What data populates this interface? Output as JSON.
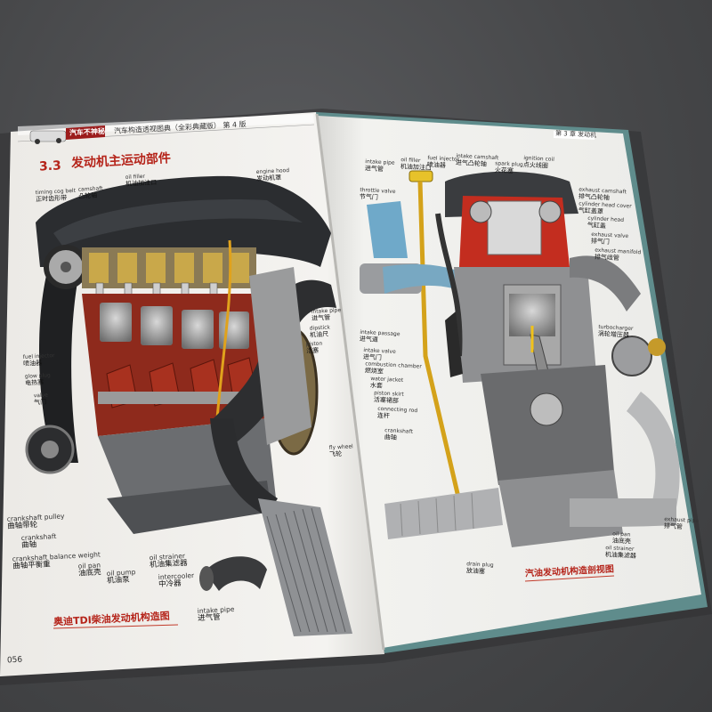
{
  "header": {
    "series": "汽车不神秘",
    "book_title": "汽车构造透视图典（全彩典藏版）  第 4 版",
    "chapter": "第 3 章  发动机"
  },
  "section": {
    "number": "3.3",
    "title": "发动机主运动部件"
  },
  "page_number": "056",
  "left_caption": "奥迪TDI柴油发动机构造图",
  "right_caption": "汽油发动机构造剖视图",
  "left_labels": {
    "timing_cog_belt": {
      "en": "timing cog belt",
      "zh": "正时齿形带"
    },
    "camshaft": {
      "en": "camshaft",
      "zh": "凸轮轴"
    },
    "oil_filler": {
      "en": "oil filler",
      "zh": "机油加注口"
    },
    "engine_hood": {
      "en": "engine hood",
      "zh": "发动机罩"
    },
    "intake_pipe_top": {
      "en": "intake pipe",
      "zh": "进气管"
    },
    "dipstick": {
      "en": "dipstick",
      "zh": "机油尺"
    },
    "piston": {
      "en": "piston",
      "zh": "活塞"
    },
    "fuel_injector": {
      "en": "fuel injector",
      "zh": "喷油器"
    },
    "glow_plug": {
      "en": "glow plug",
      "zh": "电热塞"
    },
    "valve": {
      "en": "valve",
      "zh": "气门"
    },
    "fly_wheel": {
      "en": "fly wheel",
      "zh": "飞轮"
    },
    "crankshaft_pulley": {
      "en": "crankshaft pulley",
      "zh": "曲轴带轮"
    },
    "crankshaft": {
      "en": "crankshaft",
      "zh": "曲轴"
    },
    "crankshaft_balance_weight": {
      "en": "crankshaft balance weight",
      "zh": "曲轴平衡重"
    },
    "oil_pan": {
      "en": "oil pan",
      "zh": "油底壳"
    },
    "oil_pump": {
      "en": "oil pump",
      "zh": "机油泵"
    },
    "oil_strainer": {
      "en": "oil strainer",
      "zh": "机油集滤器"
    },
    "intercooler": {
      "en": "intercooler",
      "zh": "中冷器"
    },
    "intake_pipe_bottom": {
      "en": "intake pipe",
      "zh": "进气管"
    }
  },
  "right_labels": {
    "intake_pipe": {
      "en": "intake pipe",
      "zh": "进气管"
    },
    "oil_filler": {
      "en": "oil filler",
      "zh": "机油加注口"
    },
    "fuel_injector": {
      "en": "fuel injector",
      "zh": "喷油器"
    },
    "intake_camshaft": {
      "en": "intake camshaft",
      "zh": "进气凸轮轴"
    },
    "spark_plug": {
      "en": "spark plug",
      "zh": "火花塞"
    },
    "ignition_coil": {
      "en": "ignition coil",
      "zh": "点火线圈"
    },
    "throttle_valve": {
      "en": "throttle valve",
      "zh": "节气门"
    },
    "exhaust_camshaft": {
      "en": "exhaust camshaft",
      "zh": "排气凸轮轴"
    },
    "cylinder_head_cover": {
      "en": "cylinder head cover",
      "zh": "气缸盖罩"
    },
    "cylinder_head": {
      "en": "cylinder head",
      "zh": "气缸盖"
    },
    "exhaust_valve": {
      "en": "exhaust valve",
      "zh": "排气门"
    },
    "exhaust_manifold": {
      "en": "exhaust manifold",
      "zh": "排气歧管"
    },
    "intake_passage": {
      "en": "intake passage",
      "zh": "进气道"
    },
    "intake_valve": {
      "en": "intake valve",
      "zh": "进气门"
    },
    "turbocharger": {
      "en": "turbocharger",
      "zh": "涡轮增压器"
    },
    "combustion_chamber": {
      "en": "combustion chamber",
      "zh": "燃烧室"
    },
    "water_jacket": {
      "en": "water jacket",
      "zh": "水套"
    },
    "piston_skirt": {
      "en": "piston skirt",
      "zh": "活塞裙部"
    },
    "connecting_rod": {
      "en": "connecting rod",
      "zh": "连杆"
    },
    "crankshaft": {
      "en": "crankshaft",
      "zh": "曲轴"
    },
    "exhaust_pipe": {
      "en": "exhaust pipe",
      "zh": "排气管"
    },
    "oil_pan": {
      "en": "oil pan",
      "zh": "油底壳"
    },
    "oil_strainer": {
      "en": "oil strainer",
      "zh": "机油集滤器"
    },
    "drain_plug": {
      "en": "drain plug",
      "zh": "放油塞"
    }
  }
}
